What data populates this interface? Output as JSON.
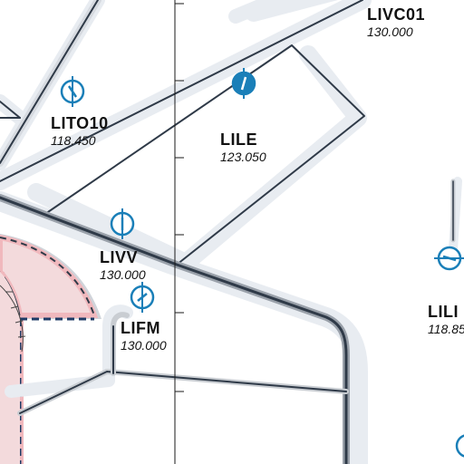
{
  "map": {
    "colors": {
      "background": "#ffffff",
      "corridor": "#e8ecf1",
      "boundary": "#2f3a48",
      "restricted_fill": "#f3dadc",
      "restricted_edge": "#f0b8bd",
      "dashed_boundary": "#1f3b66",
      "navaid": "#1a7fb8",
      "meridian": "#1a1a1a"
    },
    "sectors": [
      {
        "code": "LIVC01",
        "frequency": "130.000"
      },
      {
        "code": "LITO10",
        "frequency": "118.450"
      },
      {
        "code": "LILE",
        "frequency": "123.050"
      },
      {
        "code": "LIVV",
        "frequency": "130.000"
      },
      {
        "code": "LIFM",
        "frequency": "130.000"
      },
      {
        "code": "LILI",
        "frequency": "118.85"
      }
    ],
    "navaids": [
      {
        "icon": "vor-navaid-icon",
        "style": "outline"
      },
      {
        "icon": "vor-navaid-icon",
        "style": "filled"
      },
      {
        "icon": "vor-navaid-icon",
        "style": "outline"
      },
      {
        "icon": "vor-navaid-icon",
        "style": "outline"
      },
      {
        "icon": "vor-navaid-icon",
        "style": "outline"
      },
      {
        "icon": "vor-navaid-icon",
        "style": "outline"
      }
    ]
  }
}
